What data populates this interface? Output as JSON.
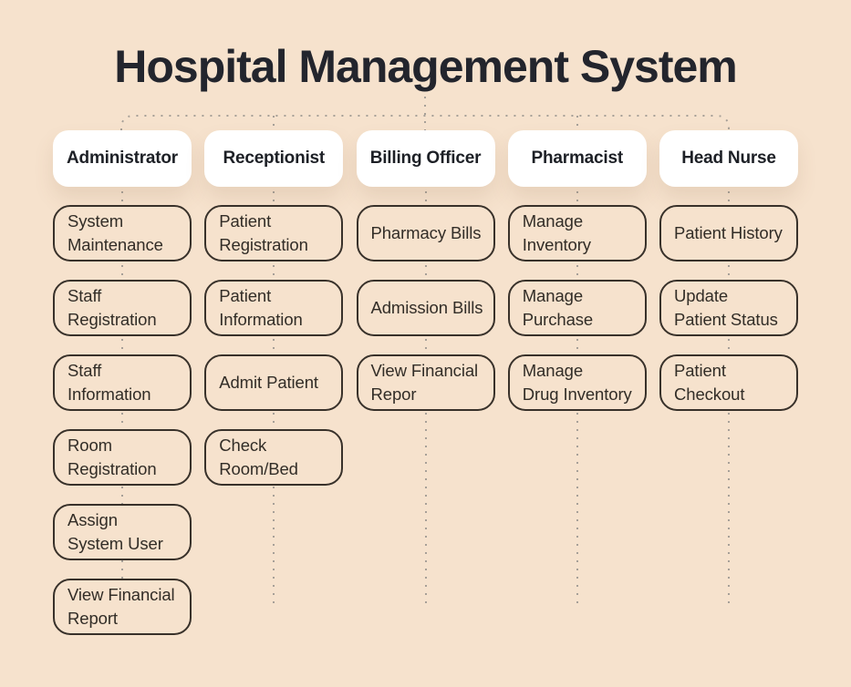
{
  "title": "Hospital Management System",
  "colors": {
    "background": "#f6e2cd",
    "title_text": "#23252d",
    "header_box_bg": "#ffffff",
    "header_text": "#1d2026",
    "task_box_border": "#38312a",
    "task_text": "#322d27",
    "connector_dots": "#a7a098"
  },
  "columns": [
    {
      "role": "Administrator",
      "items": [
        "System\nMaintenance",
        "Staff\nRegistration",
        "Staff\nInformation",
        "Room\nRegistration",
        "Assign\nSystem User",
        "View Financial\nReport"
      ]
    },
    {
      "role": "Receptionist",
      "items": [
        "Patient\nRegistration",
        "Patient\nInformation",
        "Admit Patient",
        "Check\nRoom/Bed"
      ]
    },
    {
      "role": "Billing Officer",
      "items": [
        "Pharmacy Bills",
        "Admission Bills",
        "View Financial\nRepor"
      ]
    },
    {
      "role": "Pharmacist",
      "items": [
        "Manage\nInventory",
        "Manage\nPurchase",
        "Manage\nDrug Inventory"
      ]
    },
    {
      "role": "Head Nurse",
      "items": [
        "Patient History",
        "Update\nPatient Status",
        "Patient\nCheckout"
      ]
    }
  ]
}
